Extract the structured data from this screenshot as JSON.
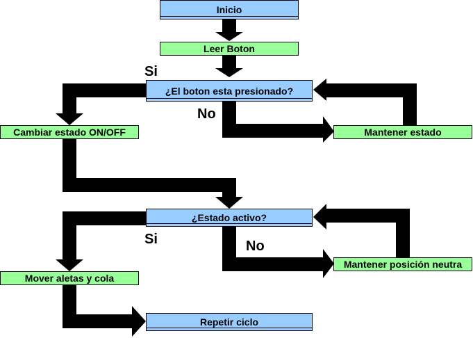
{
  "nodes": {
    "inicio": "Inicio",
    "leer": "Leer Boton",
    "presionado": "¿El boton esta presionado?",
    "cambiar": "Cambiar estado ON/OFF",
    "mantener_estado": "Mantener estado",
    "activo": "¿Estado activo?",
    "mover": "Mover aletas y cola",
    "mantener_pos": "Mantener posición neutra",
    "repetir": "Repetir ciclo"
  },
  "labels": {
    "si1": "Si",
    "no1": "No",
    "si2": "Si",
    "no2": "No"
  },
  "colors": {
    "process_blue": "#99ccff",
    "action_green": "#99ff99",
    "arrow": "#000000"
  }
}
